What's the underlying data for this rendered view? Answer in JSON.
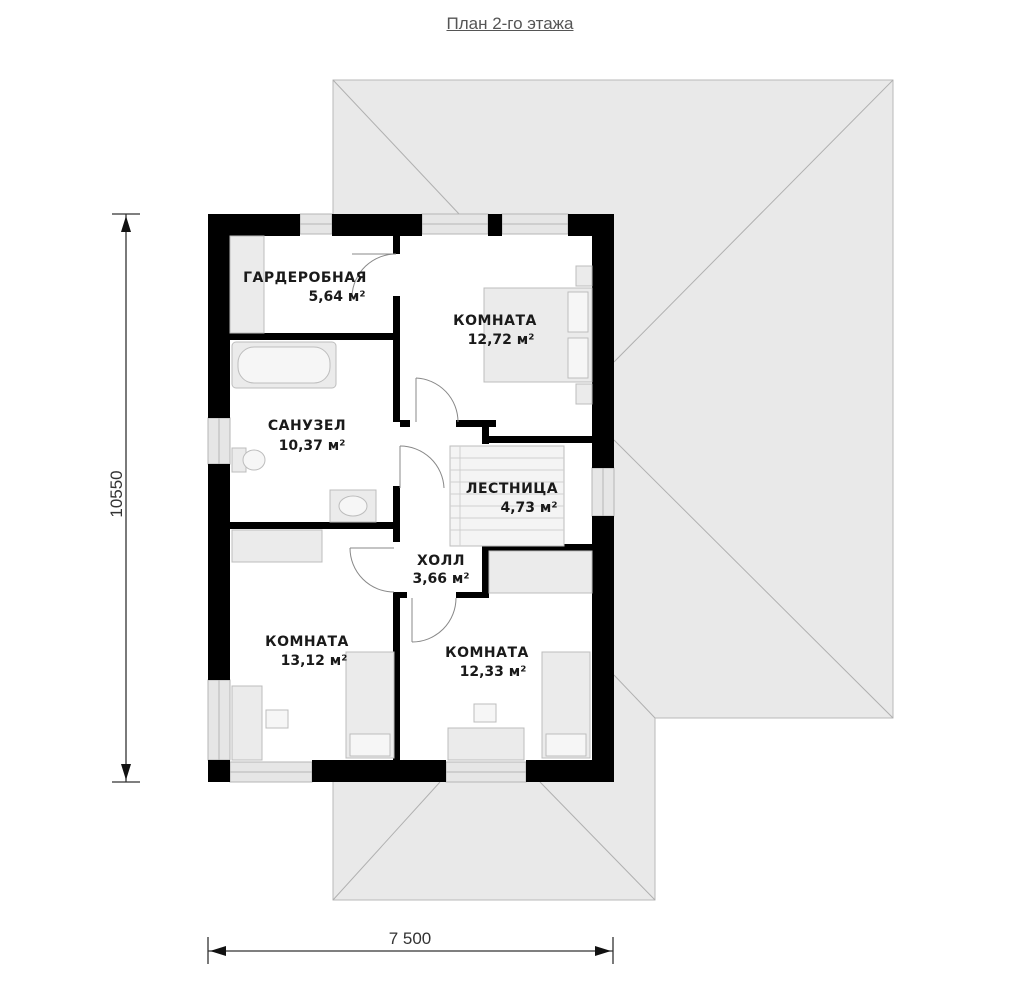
{
  "title": "План 2-го этажа",
  "dimensions": {
    "width": "7 500",
    "height": "10550"
  },
  "rooms": [
    {
      "name": "ГАРДЕРОБНАЯ",
      "area": "5,64 м²"
    },
    {
      "name": "КОМНАТА",
      "area": "12,72 м²"
    },
    {
      "name": "САНУЗЕЛ",
      "area": "10,37 м²"
    },
    {
      "name": "ЛЕСТНИЦА",
      "area": "4,73 м²"
    },
    {
      "name": "ХОЛЛ",
      "area": "3,66 м²"
    },
    {
      "name": "КОМНАТА",
      "area": "13,12 м²"
    },
    {
      "name": "КОМНАТА",
      "area": "12,33 м²"
    }
  ],
  "colors": {
    "wall": "#000000",
    "roof": "#e9e9e9",
    "floor": "#ffffff",
    "furniture": "#ebebeb"
  }
}
